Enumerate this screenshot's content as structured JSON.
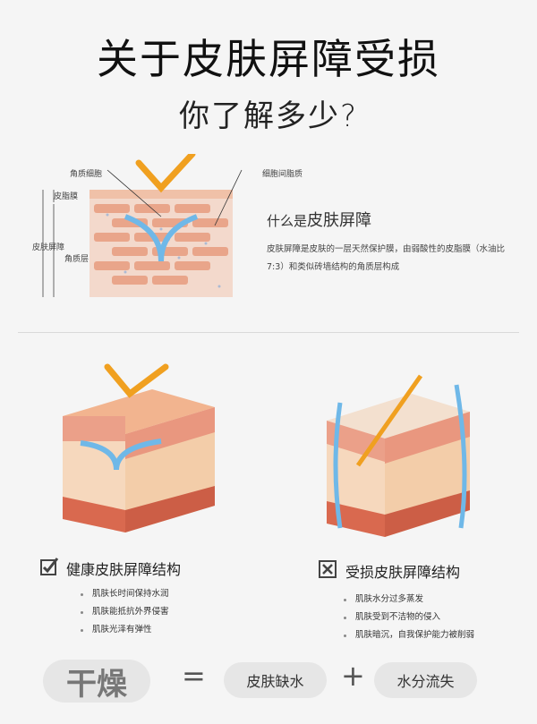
{
  "header": {
    "title": "关于皮肤屏障受损",
    "subtitle": "你了解多少?"
  },
  "diagram": {
    "label_keratinocyte": "角质细胞",
    "label_intercellular_lipid": "细胞间脂质",
    "label_sebum_membrane": "皮脂膜",
    "label_skin_barrier": "皮肤屏障",
    "label_stratum_corneum": "角质层"
  },
  "what_is": {
    "title_prefix": "什么是",
    "title_highlight": "皮肤屏障",
    "description": "皮肤屏障是皮肤的一层天然保护膜，由弱酸性的皮脂膜（水油比7:3）和类似砖墙结构的角质层构成"
  },
  "healthy": {
    "title": "健康皮肤屏障结构",
    "bullets": [
      "肌肤长时间保持水润",
      "肌肤能抵抗外界侵害",
      "肌肤光泽有弹性"
    ]
  },
  "damaged": {
    "title": "受损皮肤屏障结构",
    "bullets": [
      "肌肤水分过多蒸发",
      "肌肤受到不洁物的侵入",
      "肌肤暗沉，自我保护能力被削弱"
    ]
  },
  "equation": {
    "left": "干燥",
    "equals": "=",
    "term1": "皮肤缺水",
    "plus": "+",
    "term2": "水分流失"
  },
  "colors": {
    "orange": "#f0a020",
    "blue": "#6fb8e8",
    "brick": "#e8a084",
    "skin": "#f6d6b8"
  }
}
